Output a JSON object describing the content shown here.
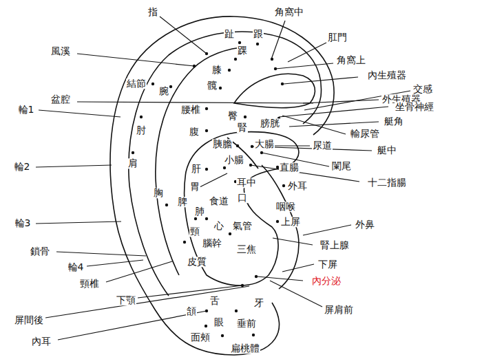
{
  "diagram": {
    "labels": [
      "指",
      "趾",
      "跟",
      "角窩中",
      "肛門",
      "風溪",
      "踝",
      "角窩上",
      "膝",
      "內生殖器",
      "結節",
      "腕",
      "髖",
      "交感",
      "外生殖器",
      "盆腔",
      "坐骨神經",
      "輪1",
      "腰椎",
      "臀",
      "膀胱",
      "艇角",
      "肘",
      "腹",
      "腎",
      "輸尿管",
      "胰膽",
      "大腸",
      "尿道",
      "艇中",
      "輪2",
      "肩",
      "小腸",
      "闌尾",
      "肝",
      "直腸",
      "十二指腸",
      "胃",
      "耳中",
      "外耳",
      "胸",
      "脾",
      "食道",
      "口",
      "咽喉",
      "輪3",
      "肺",
      "上屏",
      "外鼻",
      "頸",
      "心",
      "氣管",
      "腎上腺",
      "鎖骨",
      "腦幹",
      "三焦",
      "輪4",
      "皮質",
      "下屏",
      "頸椎",
      "內分泌",
      "下顎",
      "屏肩前",
      "屏間後",
      "頷",
      "舌",
      "牙",
      "眼",
      "垂前",
      "內耳",
      "面頰",
      "扁桃體"
    ]
  }
}
